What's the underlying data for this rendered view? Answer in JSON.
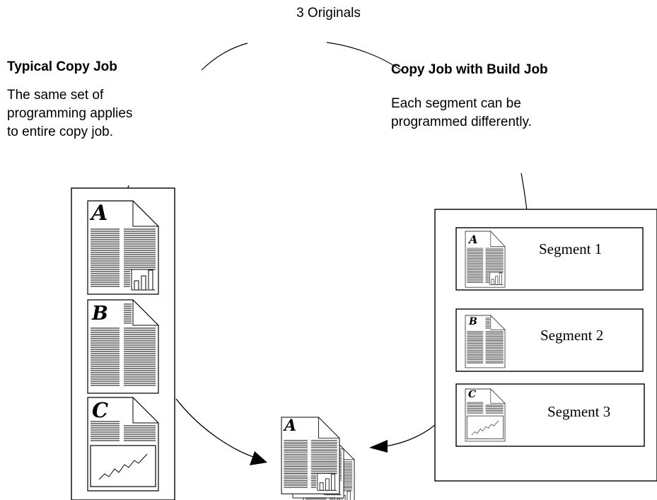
{
  "title": "3 Originals",
  "typical_job": {
    "heading": "Typical Copy Job",
    "description": "The same set of\nprogramming applies\nto entire copy job."
  },
  "build_job": {
    "heading": "Copy Job with Build Job",
    "description": "Each segment can be\nprogrammed differently."
  },
  "originals": [
    {
      "letter": "A"
    },
    {
      "letter": "B"
    },
    {
      "letter": "C"
    }
  ],
  "segments": [
    {
      "label": "Segment 1",
      "letter": "A"
    },
    {
      "label": "Segment 2",
      "letter": "B"
    },
    {
      "label": "Segment 3",
      "letter": "C"
    }
  ],
  "output_set": {
    "letter": "A"
  },
  "colors": {
    "line": "#000000",
    "background": "#ffffff"
  }
}
